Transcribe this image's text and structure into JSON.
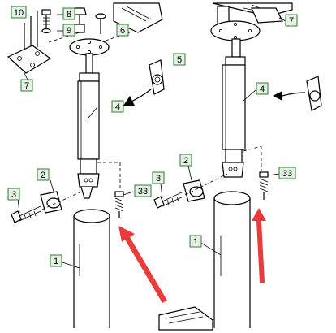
{
  "colors": {
    "line": "#000000",
    "callout_fill": "#e6f1e6",
    "callout_border": "#2f7d2f",
    "arrow_red": "#ea3b3b"
  },
  "callouts": [
    {
      "id": "10",
      "label": "10"
    },
    {
      "id": "8",
      "label": "8"
    },
    {
      "id": "9",
      "label": "9"
    },
    {
      "id": "6",
      "label": "6"
    },
    {
      "id": "7a",
      "label": "7"
    },
    {
      "id": "5",
      "label": "5"
    },
    {
      "id": "4a",
      "label": "4"
    },
    {
      "id": "2a",
      "label": "2"
    },
    {
      "id": "3a",
      "label": "3"
    },
    {
      "id": "33a",
      "label": "33"
    },
    {
      "id": "1a",
      "label": "1"
    },
    {
      "id": "7b",
      "label": "7"
    },
    {
      "id": "4b",
      "label": "4"
    },
    {
      "id": "2b",
      "label": "2"
    },
    {
      "id": "3b",
      "label": "3"
    },
    {
      "id": "33b",
      "label": "33"
    },
    {
      "id": "1b",
      "label": "1"
    }
  ]
}
